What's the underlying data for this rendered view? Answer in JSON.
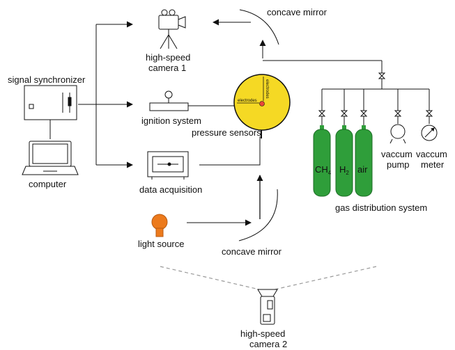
{
  "labels": {
    "signal_synchronizer": "signal synchronizer",
    "computer": "computer",
    "camera1_line1": "high-speed",
    "camera1_line2": "camera 1",
    "ignition_system": "ignition system",
    "data_acquisition": "data acquisition",
    "light_source": "light source",
    "concave_mirror_top": "concave mirror",
    "concave_mirror_bottom": "concave mirror",
    "pressure_sensors": "pressure sensors",
    "electrodes_a": "electrodes",
    "electrodes_b": "electrodes",
    "gas_distribution_system": "gas distribution system",
    "vacuum_pump_line1": "vaccum",
    "vacuum_pump_line2": "pump",
    "vacuum_meter_line1": "vaccum",
    "vacuum_meter_line2": "meter",
    "camera2_line1": "high-speed",
    "camera2_line2": "camera 2"
  },
  "cylinders": [
    {
      "main": "CH",
      "sub": "4"
    },
    {
      "main": "H",
      "sub": "2"
    },
    {
      "main": "air",
      "sub": ""
    }
  ],
  "colors": {
    "chamber_fill": "#f5d924",
    "cylinder_fill": "#2f9e3a",
    "light_source_fill": "#ec7a1c",
    "electrode_fill": "#e8473a",
    "line": "#111111",
    "dashed": "#999999"
  }
}
